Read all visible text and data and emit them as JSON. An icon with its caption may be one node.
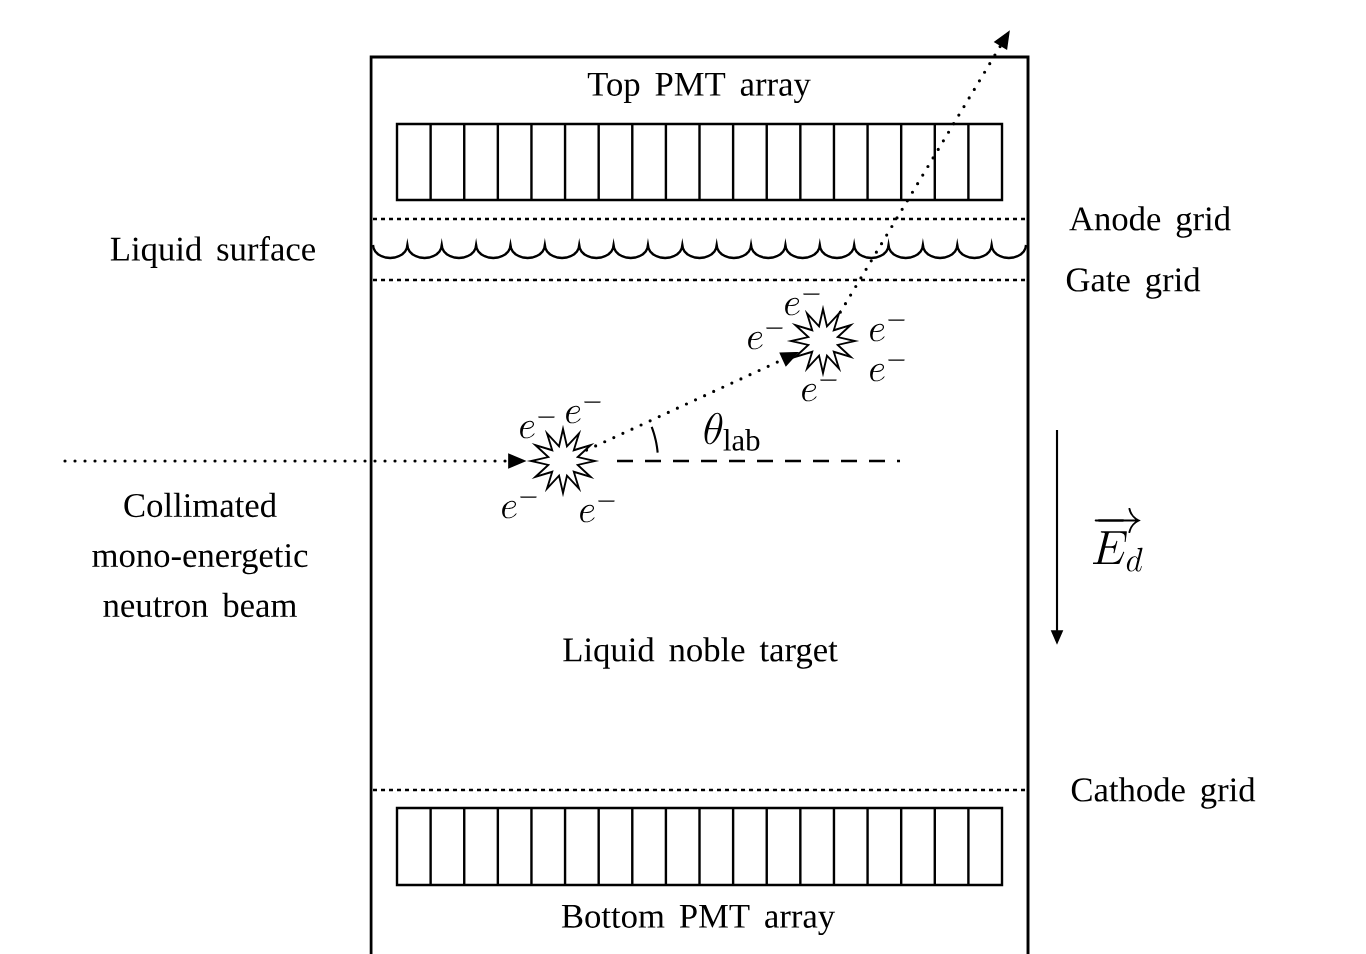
{
  "diagram": {
    "nodes": [
      {
        "text": [],
        "shape": "star",
        "beside": [
          "e^{-}",
          "e^{-}",
          "e^{-}",
          "e^{-}"
        ]
      },
      {
        "text": [],
        "shape": "star",
        "beside": [
          "e^{-}",
          "e^{-}",
          "e^{-}",
          "e^{-}",
          "e^{-}"
        ]
      }
    ],
    "edges": [
      {
        "from": null,
        "to": 0,
        "arrow": "to"
      },
      {
        "from": 0,
        "to": 1,
        "arrow": "to"
      },
      {
        "from": 1,
        "to": null,
        "arrow": "to"
      }
    ],
    "labels": [
      "Top PMT array",
      "Anode grid",
      "Liquid surface",
      "Gate grid",
      "\\theta_{\\mathrm{lab}}",
      "Collimated mono-energetic neutron beam",
      "\\overrightarrow{E_d}",
      "Liquid noble target",
      "Cathode grid",
      "Bottom PMT array"
    ]
  }
}
